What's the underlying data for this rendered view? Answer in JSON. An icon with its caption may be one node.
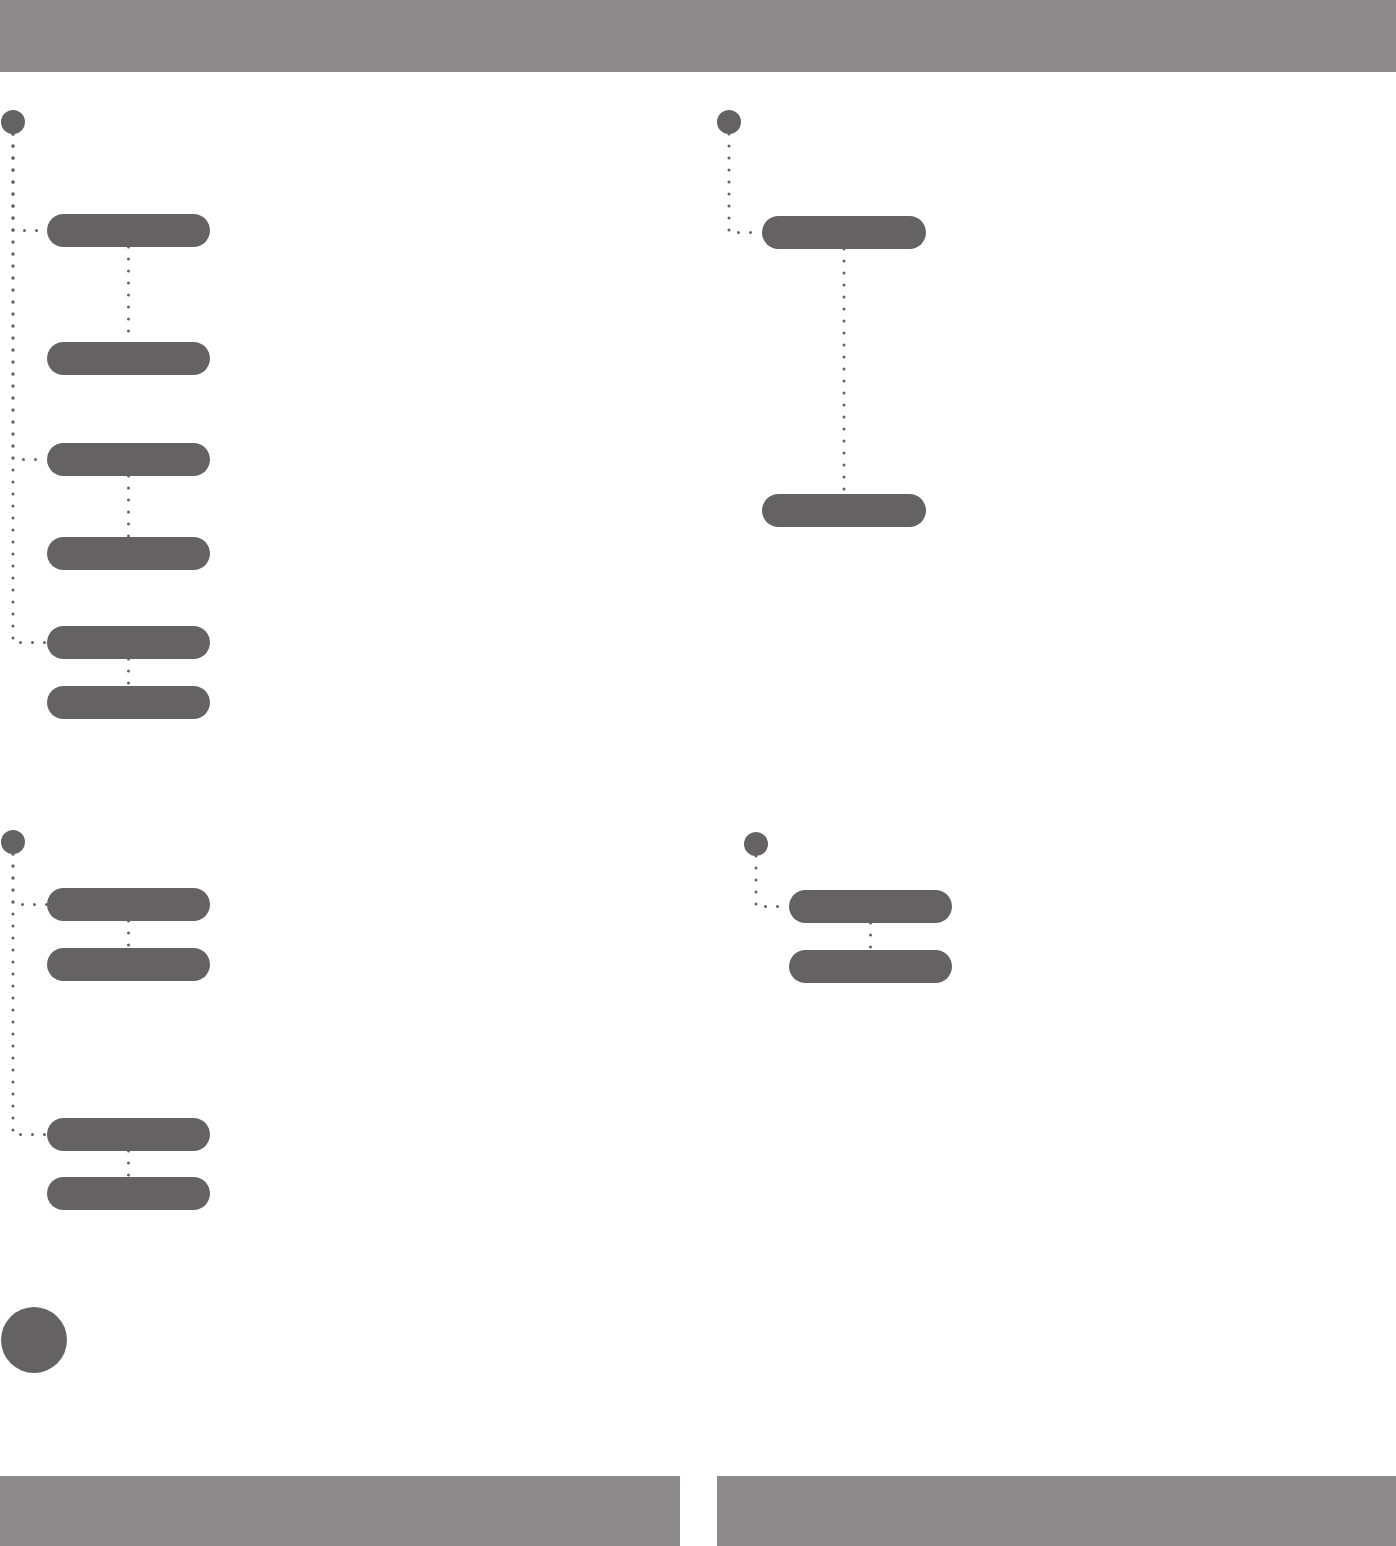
{
  "diagram": {
    "nodes": [
      {
        "text": [],
        "shape": "circle"
      },
      {
        "text": [],
        "shape": "box"
      },
      {
        "text": [],
        "shape": "box"
      },
      {
        "text": [],
        "shape": "box"
      },
      {
        "text": [],
        "shape": "box"
      },
      {
        "text": [],
        "shape": "box"
      },
      {
        "text": [],
        "shape": "box"
      },
      {
        "text": [],
        "shape": "circle"
      },
      {
        "text": [],
        "shape": "box"
      },
      {
        "text": [],
        "shape": "box"
      },
      {
        "text": [],
        "shape": "circle"
      },
      {
        "text": [],
        "shape": "box"
      },
      {
        "text": [],
        "shape": "box"
      },
      {
        "text": [],
        "shape": "box"
      },
      {
        "text": [],
        "shape": "box"
      },
      {
        "text": [],
        "shape": "circle"
      },
      {
        "text": [],
        "shape": "box"
      },
      {
        "text": [],
        "shape": "box"
      },
      {
        "text": [],
        "shape": "circle"
      }
    ],
    "edges": [
      {
        "from": 0,
        "to": 1,
        "arrow": "none"
      },
      {
        "from": 1,
        "to": 2,
        "arrow": "none"
      },
      {
        "from": 0,
        "to": 3,
        "arrow": "none"
      },
      {
        "from": 3,
        "to": 4,
        "arrow": "none"
      },
      {
        "from": 0,
        "to": 5,
        "arrow": "none"
      },
      {
        "from": 5,
        "to": 6,
        "arrow": "none"
      },
      {
        "from": 7,
        "to": 8,
        "arrow": "none"
      },
      {
        "from": 8,
        "to": 9,
        "arrow": "none"
      },
      {
        "from": 10,
        "to": 11,
        "arrow": "none"
      },
      {
        "from": 11,
        "to": 12,
        "arrow": "none"
      },
      {
        "from": 10,
        "to": 13,
        "arrow": "none"
      },
      {
        "from": 13,
        "to": 14,
        "arrow": "none"
      },
      {
        "from": 15,
        "to": 16,
        "arrow": "none"
      },
      {
        "from": 16,
        "to": 17,
        "arrow": "none"
      }
    ]
  }
}
